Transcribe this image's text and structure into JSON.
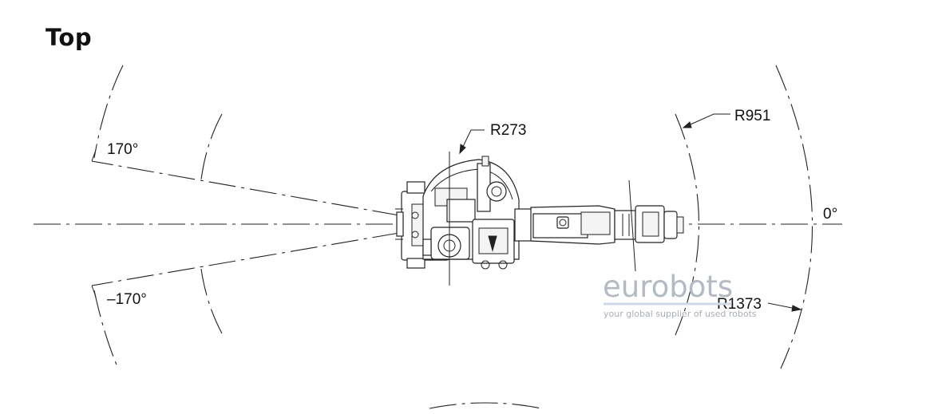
{
  "title": "Top",
  "labels": {
    "radius_inner": "R273",
    "radius_mid": "R951",
    "radius_outer": "R1373",
    "angle_zero": "0°",
    "angle_pos": "170°",
    "angle_neg": "–170°"
  },
  "watermark": {
    "brand": "eurobots",
    "tagline": "your global supplier of used robots"
  }
}
